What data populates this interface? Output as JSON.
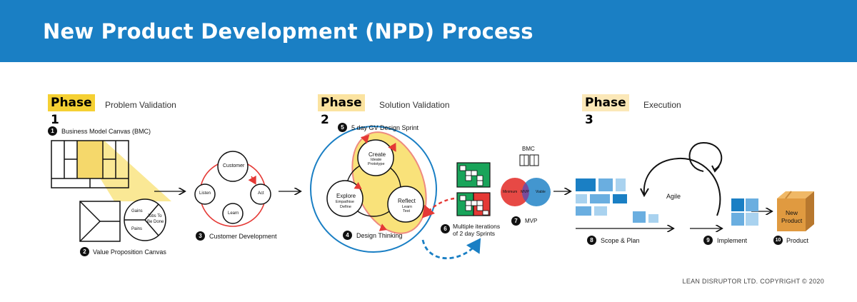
{
  "title": "New Product Development (NPD) Process",
  "phases": [
    {
      "tag": "Phase 1",
      "name": "Problem Validation"
    },
    {
      "tag": "Phase 2",
      "name": "Solution Validation"
    },
    {
      "tag": "Phase 3",
      "name": "Execution"
    }
  ],
  "steps": [
    {
      "num": "1",
      "label": "Business Model Canvas (BMC)"
    },
    {
      "num": "2",
      "label": "Value Proposition Canvas"
    },
    {
      "num": "3",
      "label": "Customer Development"
    },
    {
      "num": "4",
      "label": "Design Thinking"
    },
    {
      "num": "5",
      "label": "5 day GV Design Sprint"
    },
    {
      "num": "6",
      "label_line1": "Multiple iterations",
      "label_line2": "of 2 day Sprints"
    },
    {
      "num": "7",
      "label": "MVP"
    },
    {
      "num": "8",
      "label": "Scope & Plan"
    },
    {
      "num": "9",
      "label": "Implement"
    },
    {
      "num": "10",
      "label": "Product"
    }
  ],
  "vpc": {
    "gains": "Gains",
    "jobs_line1": "Jobs To",
    "jobs_line2": "Be Done",
    "pains": "Pains"
  },
  "customer_dev": {
    "customer": "Customer",
    "listen": "Listen",
    "act": "Act",
    "learn": "Learn"
  },
  "design_thinking": {
    "create": "Create",
    "create_sub1": "Ideate",
    "create_sub2": "Prototype",
    "explore": "Explore",
    "explore_sub1": "Empathise",
    "explore_sub2": "Define",
    "reflect": "Reflect",
    "reflect_sub1": "Learn",
    "reflect_sub2": "Test"
  },
  "mvp": {
    "bmc": "BMC",
    "minimum": "Minimum",
    "center": "MVP",
    "viable": "Viable"
  },
  "execution": {
    "agile": "Agile",
    "product_line1": "New",
    "product_line2": "Product"
  },
  "copyright": "LEAN DISRUPTOR LTD. COPYRIGHT © 2020",
  "colors": {
    "header": "#1a7fc4",
    "phase_highlight": "#f5d033",
    "yellow": "#f9e27a",
    "red": "#e53935",
    "blue": "#1a7fc4",
    "green": "#19a45a"
  }
}
